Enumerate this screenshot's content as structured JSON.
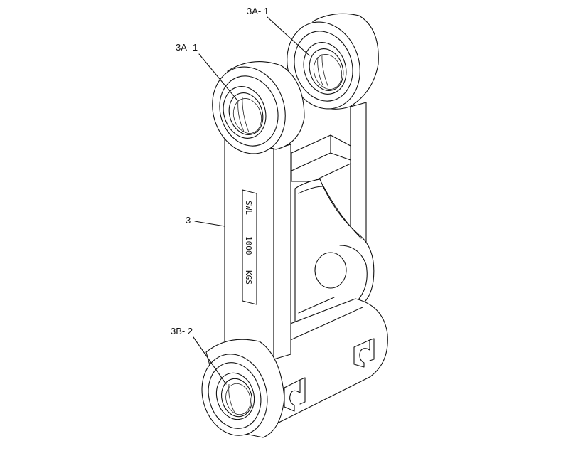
{
  "callouts": [
    {
      "id": "top-right-bushing",
      "label": "3A- 1"
    },
    {
      "id": "top-left-bushing",
      "label": "3A- 1"
    },
    {
      "id": "link-body",
      "label": "3"
    },
    {
      "id": "bottom-bushing",
      "label": "3B- 2"
    }
  ],
  "plate": {
    "line1": "SWL",
    "line2": "1000",
    "line3": "KGS"
  }
}
